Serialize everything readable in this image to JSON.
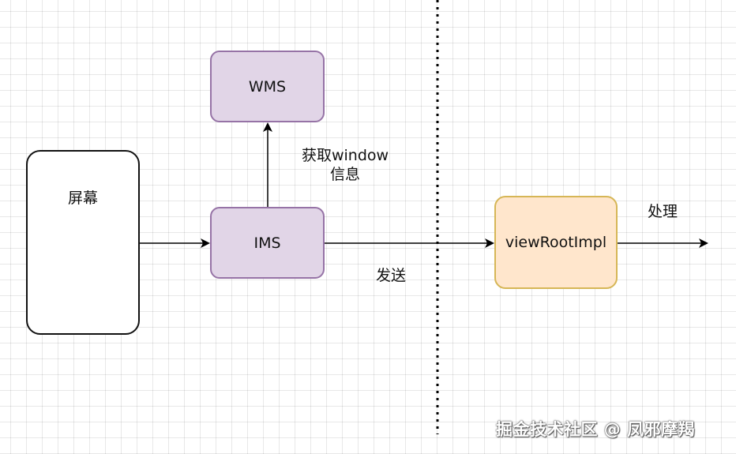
{
  "nodes": {
    "screen": "屏幕",
    "wms": "WMS",
    "ims": "IMS",
    "view_root_impl": "viewRootImpl"
  },
  "edge_labels": {
    "get_window_info_line1": "获取window",
    "get_window_info_line2": "信息",
    "send": "发送",
    "process": "处理"
  },
  "watermark": "掘金技术社区 @ 凤邪摩羯",
  "colors": {
    "purple_fill": "#e1d5e7",
    "purple_stroke": "#9673a6",
    "orange_fill": "#ffe6cc",
    "orange_stroke": "#d6b656",
    "line": "#000000"
  }
}
